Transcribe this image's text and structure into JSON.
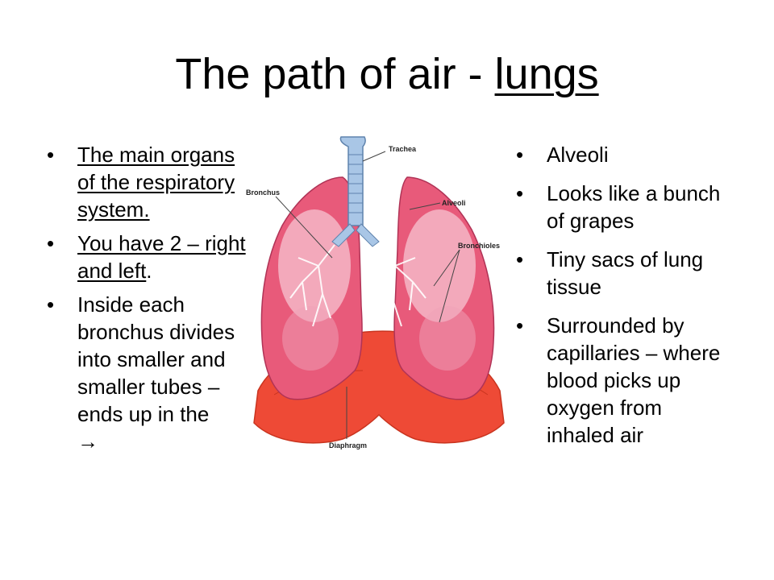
{
  "title": {
    "text": "The path of air - ",
    "underlined": "lungs"
  },
  "left_bullets": [
    {
      "underlined": "The main organs of the respiratory system.",
      "rest": ""
    },
    {
      "underlined": "You have 2 – right and left",
      "rest": "."
    },
    {
      "underlined": "",
      "rest": "Inside each bronchus divides into smaller and smaller tubes – ends up in the "
    },
    {
      "underlined": "",
      "rest": ""
    }
  ],
  "arrow_glyph": "→",
  "bullet_glyph": "•",
  "right_bullets": [
    "Alveoli",
    "Looks like a bunch of grapes",
    "Tiny sacs of lung tissue",
    "Surrounded by capillaries – where blood picks up oxygen from inhaled air"
  ],
  "figure_labels": {
    "trachea": "Trachea",
    "bronchus": "Bronchus",
    "alveoli": "Alveoli",
    "bronchioles": "Bronchioles",
    "diaphragm": "Diaphragm"
  },
  "colors": {
    "lung": "#e85a7a",
    "lung_light": "#f7c4d2",
    "diaphragm": "#ee4a36",
    "trachea": "#a9c6e6"
  }
}
